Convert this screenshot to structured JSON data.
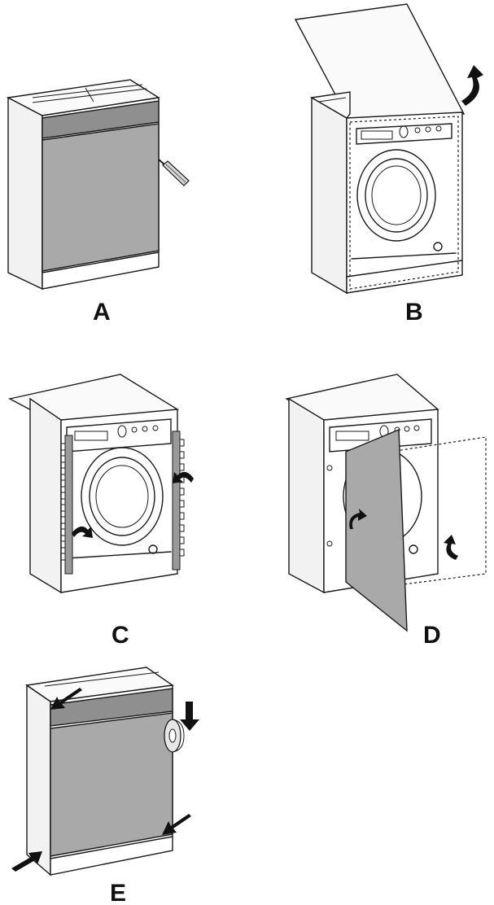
{
  "steps": [
    {
      "id": "A",
      "label": "A"
    },
    {
      "id": "B",
      "label": "B"
    },
    {
      "id": "C",
      "label": "C"
    },
    {
      "id": "D",
      "label": "D"
    },
    {
      "id": "E",
      "label": "E"
    }
  ],
  "colors": {
    "ink": "#1a1a1a",
    "panel_grey": "#a9a9a9",
    "panel_dark": "#8f8f8f",
    "background": "#ffffff"
  },
  "icons": [
    "screwdriver-icon",
    "curved-arrow-icon",
    "pointer-arrow-icon",
    "tape-roll-icon",
    "hinge-icon"
  ]
}
